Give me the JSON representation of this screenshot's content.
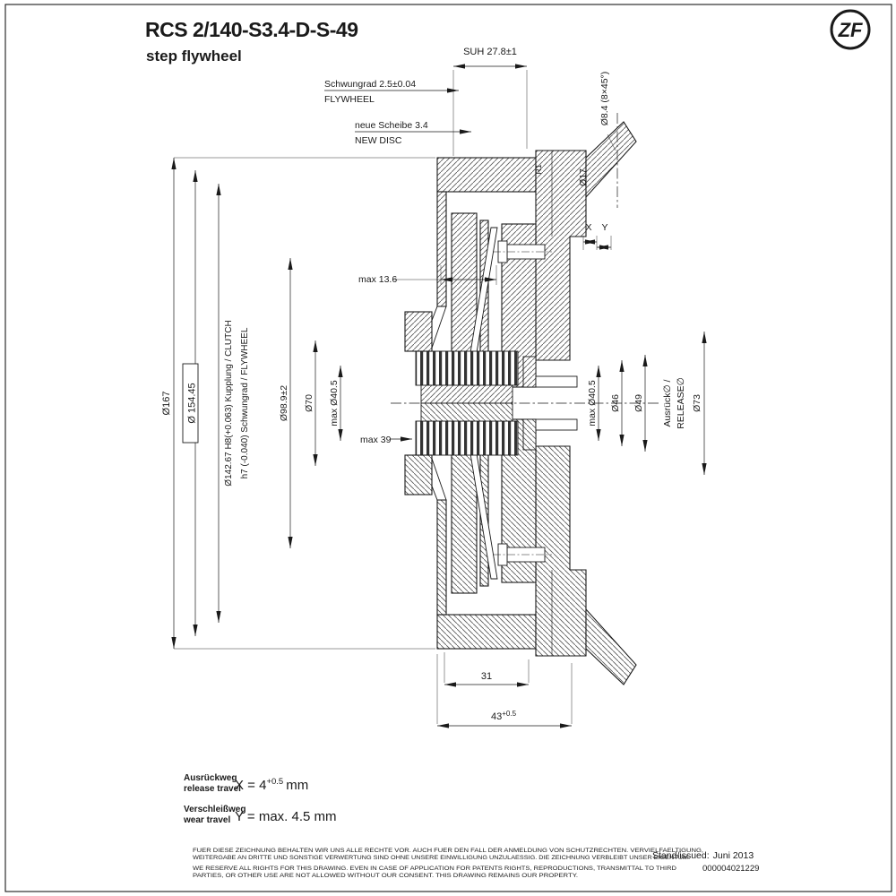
{
  "colors": {
    "ink": "#1a1a1a",
    "paper": "#ffffff"
  },
  "title": {
    "code": "RCS 2/140-S3.4-D-S-49",
    "subtitle": "step flywheel"
  },
  "logo": {
    "text": "ZF"
  },
  "dimensions": {
    "top": {
      "suh": "SUH 27.8±1",
      "flywheel_de": "Schwungrad 2.5±0.04",
      "flywheel_en": "FLYWHEEL",
      "new_disc_de": "neue Scheibe 3.4",
      "new_disc_en": "NEW DISC",
      "bolt_hole": "Ø8.4 (8×45°)",
      "counterbore": "Ø17",
      "radius": "R1",
      "x_label": "X",
      "y_label": "Y"
    },
    "left": {
      "d167": "Ø167",
      "d154": "Ø 154.45",
      "d142_line1": "Ø142.67 H8(+0.063) Kupplung / CLUTCH",
      "d142_line2": "h7 (-0.040) Schwungrad / FLYWHEEL",
      "d98": "Ø98.9±2",
      "d70": "Ø70",
      "d40_5": "max Ø40.5",
      "max39": "max 39",
      "max13_6": "max 13.6"
    },
    "right": {
      "d40_5": "max Ø40.5",
      "d46": "Ø46",
      "d49": "Ø49",
      "release_de": "Ausrück∅ /",
      "release_en": "RELEASE∅",
      "d73": "Ø73"
    },
    "bottom": {
      "d31": "31",
      "d43": "43",
      "d43_tol": "+0.5"
    }
  },
  "travel": {
    "release_de": "Ausrückweg",
    "release_en": "release travel",
    "release_value": "X = 4",
    "release_tol": "+0.5",
    "release_unit": "mm",
    "wear_de": "Verschleißweg",
    "wear_en": "wear travel",
    "wear_value": "Y = max. 4.5 mm"
  },
  "footer": {
    "legal_de_1": "FUER DIESE ZEICHNUNG BEHALTEN WIR UNS ALLE RECHTE VOR. AUCH FUER DEN FALL DER ANMELDUNG VON SCHUTZRECHTEN. VERVIELFAELTIGUNG,",
    "legal_de_2": "WEITERGABE AN DRITTE UND SONSTIGE VERWERTUNG SIND OHNE UNSERE EINWILLIGUNG UNZULAESSIG. DIE ZEICHNUNG VERBLEIBT UNSER EIGENTUM.",
    "legal_en_1": "WE RESERVE ALL RIGHTS FOR THIS DRAWING. EVEN IN CASE OF APPLICATION FOR PATENTS RIGHTS, REPRODUCTIONS, TRANSMITTAL TO THIRD",
    "legal_en_2": "PARTIES, OR OTHER USE ARE NOT ALLOWED WITHOUT OUR CONSENT. THIS DRAWING REMAINS OUR PROPERTY.",
    "issued_label": "Stand/issued:",
    "issued_value": "Juni 2013",
    "doc_number": "000004021229"
  }
}
